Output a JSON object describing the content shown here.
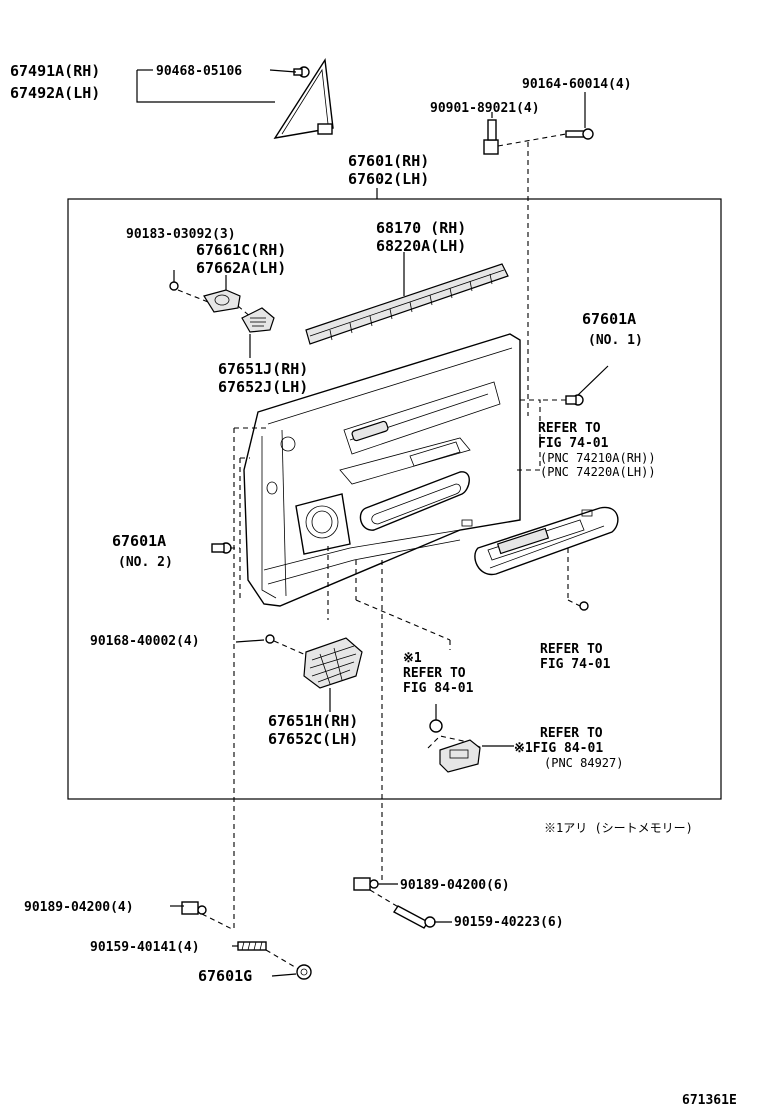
{
  "diagram": {
    "labels": {
      "l_67491a": "67491A(RH)",
      "l_67492a": "67492A(LH)",
      "l_90468": "90468-05106",
      "l_90164": "90164-60014(4)",
      "l_90901": "90901-89021(4)",
      "l_67601rh": "67601(RH)",
      "l_67602lh": "67602(LH)",
      "l_90183": "90183-03092(3)",
      "l_67661c": "67661C(RH)",
      "l_67662a": "67662A(LH)",
      "l_68170": "68170  (RH)",
      "l_68220a": "68220A(LH)",
      "l_67601a_1": "67601A",
      "l_no1": "(NO. 1)",
      "l_refer1": "REFER TO",
      "l_fig7401a": "FIG 74-01",
      "l_pnc74210": "(PNC  74210A(RH))",
      "l_pnc74220": "(PNC  74220A(LH))",
      "l_67651j": "67651J(RH)",
      "l_67652j": "67652J(LH)",
      "l_67601a_2": "67601A",
      "l_no2": "(NO. 2)",
      "l_refer2": "REFER TO",
      "l_fig7401b": "FIG 74-01",
      "l_90168": "90168-40002(4)",
      "l_note1": "※1",
      "l_refer3": "REFER TO",
      "l_fig8401a": "FIG 84-01",
      "l_67651h": "67651H(RH)",
      "l_67652c": "67652C(LH)",
      "l_refer4": "REFER TO",
      "l_fig8401b": "※1FIG 84-01",
      "l_pnc84927": "(PNC 84927)",
      "l_footnote": "※1アリ (シートメモリー)",
      "l_90189a": "90189-04200(6)",
      "l_90189b": "90189-04200(4)",
      "l_90159a": "90159-40223(6)",
      "l_90159b": "90159-40141(4)",
      "l_67601g": "67601G",
      "l_catalog": "671361E"
    }
  }
}
